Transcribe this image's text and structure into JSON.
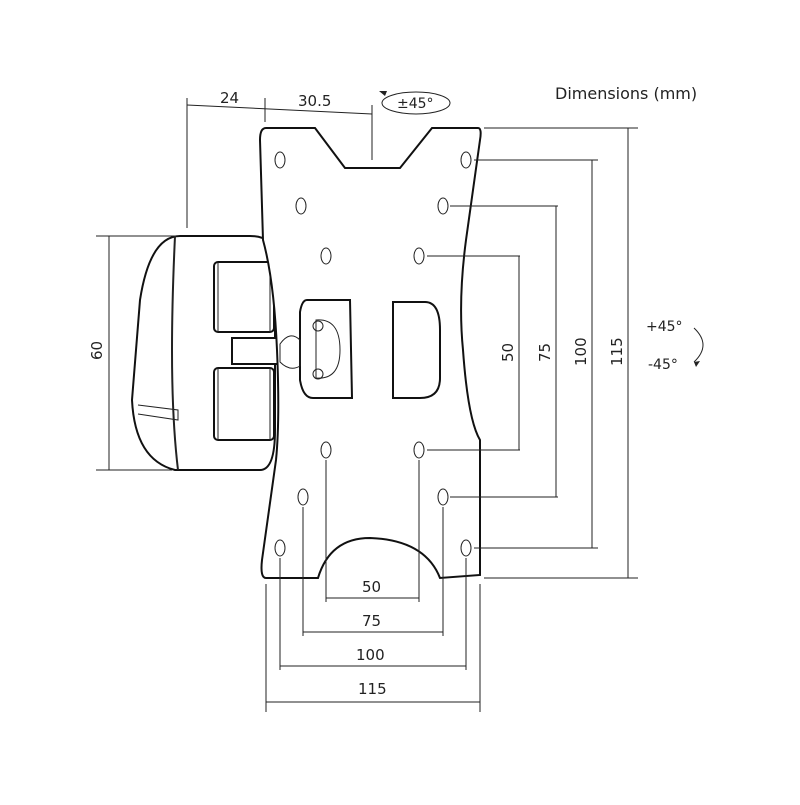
{
  "title": "Dimensions (mm)",
  "dimensions": {
    "top_offset_1": "24",
    "top_offset_2": "30.5",
    "swivel": "±45°",
    "mount_height": "60",
    "tilt_up": "+45°",
    "tilt_down": "-45°",
    "vert_50": "50",
    "vert_75": "75",
    "vert_100": "100",
    "vert_115": "115",
    "horiz_50": "50",
    "horiz_75": "75",
    "horiz_100": "100",
    "horiz_115": "115"
  },
  "colors": {
    "line": "#222222",
    "background": "#ffffff"
  }
}
